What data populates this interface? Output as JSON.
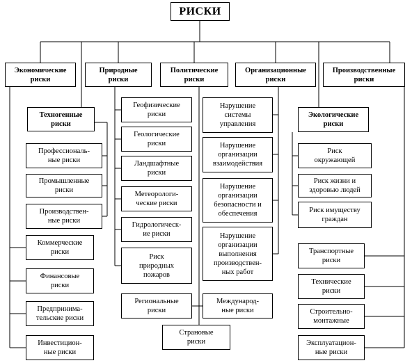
{
  "root": "РИСКИ",
  "categories": {
    "economic": "Экономические\nриски",
    "natural": "Природные\nриски",
    "political": "Политические\nриски",
    "organizational": "Организационные\nриски",
    "production": "Производственные\nриски"
  },
  "technogenic": {
    "title": "Техногенные\nриски",
    "items": [
      "Профессиональ-\nные риски",
      "Промышленные\nриски",
      "Производствен-\nные риски"
    ]
  },
  "economic_items": [
    "Коммерческие\nриски",
    "Финансовые\nриски",
    "Предпринима-\nтельские риски",
    "Инвестицион-\nные риски"
  ],
  "natural_items": [
    "Геофизические\nриски",
    "Геологические\nриски",
    "Ландшафтные\nриски",
    "Метеорологи-\nческие риски",
    "Гидрологическ-\nие риски",
    "Риск\nприродных\nпожаров"
  ],
  "political_items": [
    "Региональные\nриски",
    "Страновые\nриски",
    "Международ-\nные риски"
  ],
  "organizational_items": [
    "Нарушение\nсистемы\nуправления",
    "Нарушение\nорганизации\nвзаимодействия",
    "Нарушение\nорганизации\nбезопасности и\nобеспечения",
    "Нарушение\nорганизации\nвыполнения\nпроизводствен-\nных работ"
  ],
  "ecological": {
    "title": "Экологические\nриски",
    "items": [
      "Риск\nокружающей",
      "Риск жизни и\nздоровью людей",
      "Риск имуществу\nграждан"
    ]
  },
  "production_items": [
    "Транспортные\nриски",
    "Технические\nриски",
    "Строительно-\nмонтажные",
    "Эксплуатацион-\nные риски"
  ]
}
